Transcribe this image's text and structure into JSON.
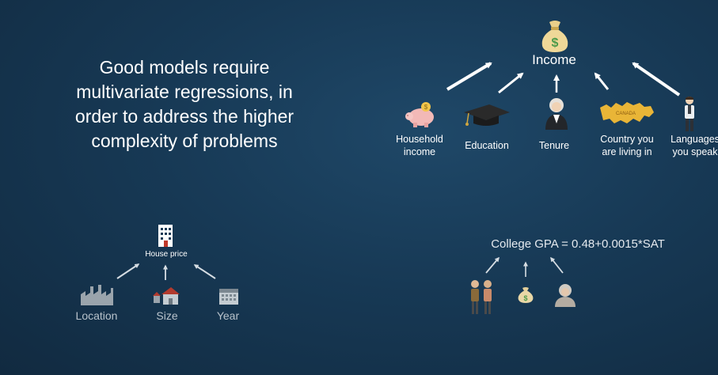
{
  "headline": {
    "lines": [
      "Good models require",
      "multivariate regressions, in",
      "order to address the higher",
      "complexity of problems"
    ]
  },
  "income_diagram": {
    "target": "Income",
    "factors": [
      {
        "lines": [
          "Household",
          "income"
        ],
        "icon": "piggy-bank-icon"
      },
      {
        "lines": [
          "Education"
        ],
        "icon": "graduation-cap-icon"
      },
      {
        "lines": [
          "Tenure"
        ],
        "icon": "elderly-person-icon"
      },
      {
        "lines": [
          "Country you",
          "are living in"
        ],
        "icon": "canada-map-icon"
      },
      {
        "lines": [
          "Languages",
          "you speak"
        ],
        "icon": "person-icon"
      }
    ],
    "map_text": "CANADA"
  },
  "house_diagram": {
    "target": "House price",
    "factors": [
      "Location",
      "Size",
      "Year"
    ]
  },
  "gpa_diagram": {
    "equation": "College GPA = 0.48+0.0015*SAT"
  }
}
